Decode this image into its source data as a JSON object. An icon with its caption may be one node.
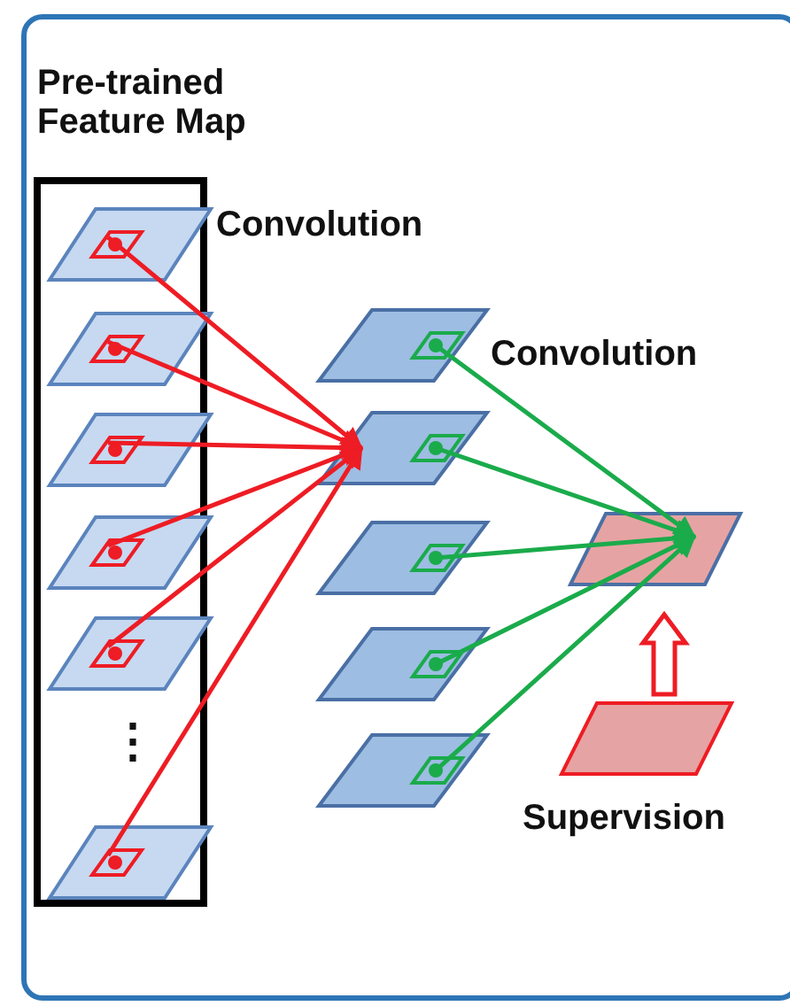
{
  "diagram": {
    "nodes": [
      {
        "text": [
          "Pre-trained Feature Map"
        ]
      },
      {
        "text": [],
        "shape": "parallelogram",
        "in": 0
      },
      {
        "text": [],
        "shape": "parallelogram",
        "in": 0
      },
      {
        "text": [],
        "shape": "parallelogram",
        "in": 0
      },
      {
        "text": [],
        "shape": "parallelogram",
        "in": 0
      },
      {
        "text": [],
        "shape": "parallelogram",
        "in": 0
      },
      {
        "text": [],
        "shape": "parallelogram",
        "in": 0
      },
      {
        "text": [],
        "shape": "parallelogram"
      },
      {
        "text": [],
        "shape": "parallelogram"
      },
      {
        "text": [],
        "shape": "parallelogram"
      },
      {
        "text": [],
        "shape": "parallelogram"
      },
      {
        "text": [],
        "shape": "parallelogram"
      },
      {
        "text": [],
        "shape": "parallelogram"
      },
      {
        "text": [],
        "shape": "parallelogram",
        "beside": [
          "Supervision"
        ]
      }
    ],
    "edges": [
      {
        "from": 1,
        "to": 8,
        "arrow": "to",
        "color": "#ee1c24"
      },
      {
        "from": 2,
        "to": 8,
        "arrow": "to",
        "color": "#ee1c24"
      },
      {
        "from": 3,
        "to": 8,
        "arrow": "to",
        "color": "#ee1c24"
      },
      {
        "from": 4,
        "to": 8,
        "arrow": "to",
        "color": "#ee1c24"
      },
      {
        "from": 5,
        "to": 8,
        "arrow": "to",
        "color": "#ee1c24"
      },
      {
        "from": 6,
        "to": 8,
        "arrow": "to",
        "color": "#ee1c24"
      },
      {
        "from": 7,
        "to": 12,
        "arrow": "to",
        "color": "#1aab4b"
      },
      {
        "from": 8,
        "to": 12,
        "arrow": "to",
        "color": "#1aab4b"
      },
      {
        "from": 9,
        "to": 12,
        "arrow": "to",
        "color": "#1aab4b"
      },
      {
        "from": 10,
        "to": 12,
        "arrow": "to",
        "color": "#1aab4b"
      },
      {
        "from": 11,
        "to": 12,
        "arrow": "to",
        "color": "#1aab4b"
      },
      {
        "from": 13,
        "to": 12,
        "arrow": "to",
        "style": "thick",
        "color": "#ee1c24"
      }
    ],
    "labels": [
      "Convolution",
      "Convolution",
      "⋮"
    ]
  }
}
